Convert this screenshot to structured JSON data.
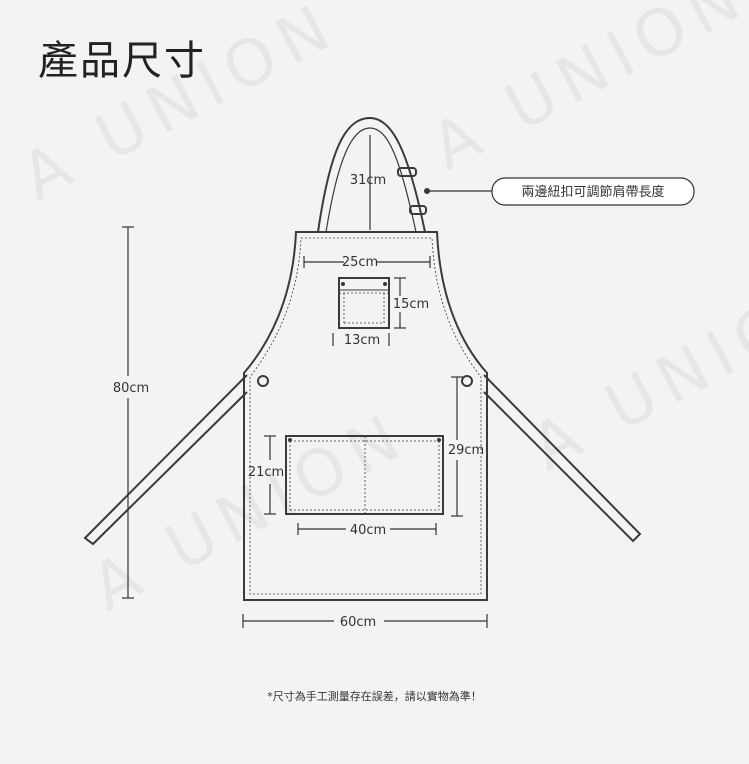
{
  "title": "產品尺寸",
  "watermark": "A UNION",
  "callout": "兩邊紐扣可調節肩帶長度",
  "dims": {
    "strap": "31cm",
    "bib_width": "25cm",
    "chest_pocket_h": "15cm",
    "chest_pocket_w": "13cm",
    "length": "80cm",
    "side_h": "29cm",
    "pocket_h": "21cm",
    "pocket_w": "40cm",
    "width": "60cm"
  },
  "note": "*尺寸為手工測量存在誤差，請以實物為準！",
  "colors": {
    "outline": "#3a3a3a",
    "background": "#f3f3f3"
  }
}
